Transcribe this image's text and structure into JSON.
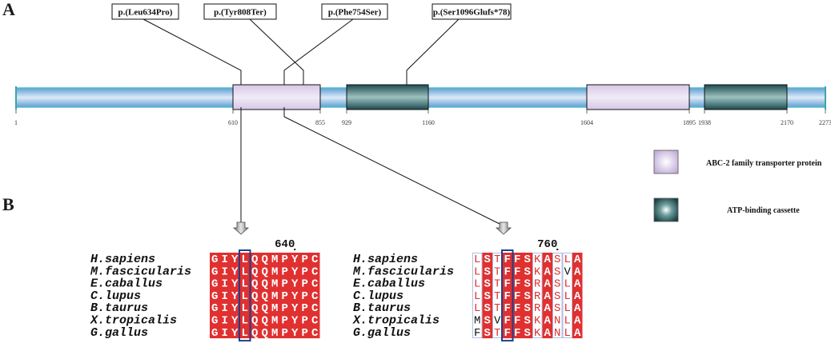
{
  "panels": {
    "a": "A",
    "b": "B"
  },
  "protein": {
    "total_length": 2273,
    "domains": [
      {
        "type": "abc2",
        "start": 610,
        "end": 855
      },
      {
        "type": "atp",
        "start": 929,
        "end": 1160
      },
      {
        "type": "abc2",
        "start": 1604,
        "end": 1895
      },
      {
        "type": "atp",
        "start": 1938,
        "end": 2170
      }
    ],
    "position_labels": [
      "1",
      "610",
      "855",
      "929",
      "1160",
      "1604",
      "1895",
      "1938",
      "2170",
      "2273"
    ]
  },
  "variants": [
    {
      "label": "p.(Leu634Pro)",
      "position": 634
    },
    {
      "label": "p.(Tyr808Ter)",
      "position": 808
    },
    {
      "label": "p.(Phe754Ser)",
      "position": 754
    },
    {
      "label": "p.(Ser1096Glufs*78)",
      "position": 1096
    }
  ],
  "legend": [
    {
      "type": "abc2",
      "label": "ABC-2 family transporter protein"
    },
    {
      "type": "atp",
      "label": "ATP-binding cassette"
    }
  ],
  "colors": {
    "backbone_mid": "#c8def2",
    "backbone_edge": "#5f9ed6",
    "abc2_fill": "#ddd0ea",
    "atp_fill": "#2b5f63",
    "conserved_red": "#e03030",
    "highlight_box": "#1f3f8c"
  },
  "alignment": {
    "species": [
      "H.sapiens",
      "M.fascicularis",
      "E.caballus",
      "C.lupus",
      "B.taurus",
      "X.tropicalis",
      "G.gallus"
    ],
    "left": {
      "ruler_label": "640",
      "sequences": [
        "GIYLQQMPYPC",
        "GIYLQQMPYPC",
        "GIYLQQMPYPC",
        "GIYLQQMPYPC",
        "GIYLQQMPYPC",
        "GIYLQQMPYPC",
        "GIYLQQMPYPC"
      ]
    },
    "right": {
      "ruler_label": "760",
      "sequences": [
        "LSTFFSKASLA",
        "LSTFFSKASVA",
        "LSTFFSRASLA",
        "LSTFFSRASLA",
        "LSTFFSRASLA",
        "MSVFFSKANLA",
        "FSTFFSKANLA"
      ]
    }
  }
}
